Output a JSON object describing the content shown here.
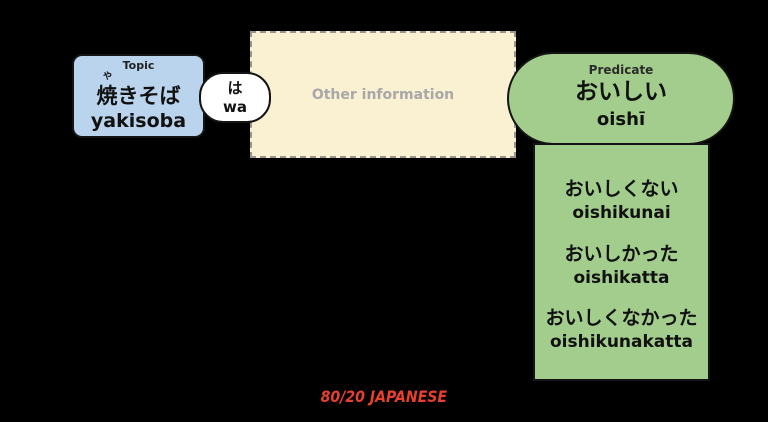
{
  "canvas": {
    "background": "#000000"
  },
  "topic_box": {
    "label": "Topic",
    "furigana": "や",
    "japanese": "焼きそば",
    "romaji": "yakisoba",
    "fill": "#b9d4ec",
    "border": "#141414"
  },
  "particle": {
    "japanese": "は",
    "romaji": "wa",
    "fill": "#ffffff",
    "border": "#141414"
  },
  "other_info_box": {
    "label": "Other information",
    "fill": "#faf0d2",
    "border": "#98958d",
    "text_color": "#a8a8a8"
  },
  "predicate": {
    "label": "Predicate",
    "japanese": "おいしい",
    "romaji": "oishī",
    "fill": "#a3cd8c",
    "border": "#141414"
  },
  "conjugations": [
    {
      "japanese": "おいしくない",
      "romaji": "oishikunai"
    },
    {
      "japanese": "おいしかった",
      "romaji": "oishikatta"
    },
    {
      "japanese": "おいしくなかった",
      "romaji": "oishikunakatta"
    }
  ],
  "footer": {
    "logo": "80/20 JAPANESE",
    "color": "#e8402f"
  }
}
